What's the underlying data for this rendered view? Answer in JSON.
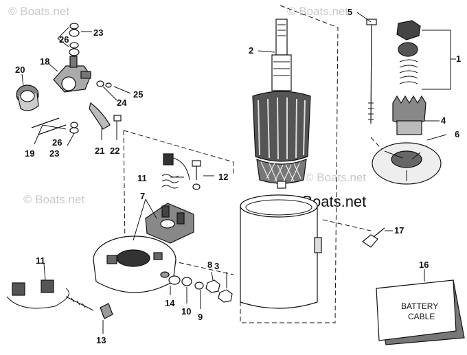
{
  "watermark": {
    "text": "© Boats.net",
    "main_text": "© Boats.net"
  },
  "battery_box": {
    "line1": "BATTERY",
    "line2": "CABLE"
  },
  "callouts": [
    "1",
    "2",
    "3",
    "4",
    "5",
    "6",
    "7",
    "8",
    "9",
    "10",
    "11",
    "12",
    "13",
    "14",
    "16",
    "17",
    "18",
    "19",
    "20",
    "21",
    "22",
    "23",
    "24",
    "25",
    "26"
  ],
  "callout_labels": {
    "c1": "1",
    "c2": "2",
    "c3": "3",
    "c4": "4",
    "c5": "5",
    "c6": "6",
    "c7": "7",
    "c8": "8",
    "c9": "9",
    "c10": "10",
    "c11a": "11",
    "c11b": "11",
    "c12": "12",
    "c13": "13",
    "c14": "14",
    "c16": "16",
    "c17": "17",
    "c18": "18",
    "c19": "19",
    "c20": "20",
    "c21": "21",
    "c22": "22",
    "c23a": "23",
    "c23b": "23",
    "c24": "24",
    "c25": "25",
    "c26a": "26",
    "c26b": "26"
  }
}
